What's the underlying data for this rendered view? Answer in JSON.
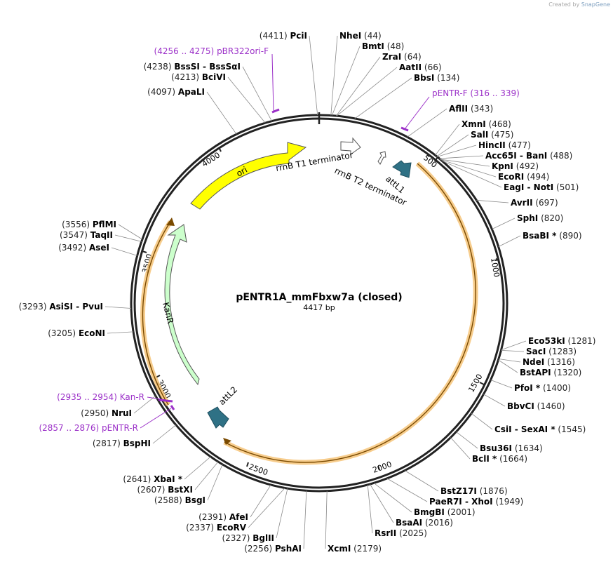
{
  "credit": {
    "prefix": "Created by",
    "brand": "SnapGene"
  },
  "plasmid": {
    "name": "pENTR1A_mmFbxw7a (closed)",
    "size_label": "4417 bp",
    "length_bp": 4417
  },
  "colors": {
    "backbone": "#222222",
    "ori": "#ffff00",
    "kanr": "#ccffcc",
    "terminator": "#ffffff",
    "att": "#2f7185",
    "orange_arc": "#f0a020",
    "primer": "#9b30c8",
    "enzyme_line": "#8a8a8a"
  },
  "scale_ticks": [
    "500",
    "1000",
    "1500",
    "2000",
    "2500",
    "3000",
    "3500",
    "4000"
  ],
  "features": [
    {
      "label": "ori",
      "type": "ori"
    },
    {
      "label": "KanR",
      "type": "kanr"
    },
    {
      "label": "rrnB T1 terminator",
      "type": "terminator"
    },
    {
      "label": "rrnB T2 terminator",
      "type": "terminator"
    },
    {
      "label": "attL1",
      "type": "att"
    },
    {
      "label": "attL2",
      "type": "att"
    }
  ],
  "primers": [
    {
      "range": "(4256 .. 4275)",
      "name": "pBR322ori-F"
    },
    {
      "range": "(316 .. 339)",
      "name": "pENTR-F"
    },
    {
      "range": "(2935 .. 2954)",
      "name": "Kan-R"
    },
    {
      "range": "(2857 .. 2876)",
      "name": "pENTR-R"
    }
  ],
  "enzymes": [
    {
      "pos": "(4411)",
      "name": "PciI"
    },
    {
      "pos": "(44)",
      "name": "NheI"
    },
    {
      "pos": "(48)",
      "name": "BmtI"
    },
    {
      "pos": "(64)",
      "name": "ZraI"
    },
    {
      "pos": "(66)",
      "name": "AatII"
    },
    {
      "pos": "(134)",
      "name": "BbsI"
    },
    {
      "pos": "(343)",
      "name": "AflII"
    },
    {
      "pos": "(468)",
      "name": "XmnI"
    },
    {
      "pos": "(475)",
      "name": "SalI"
    },
    {
      "pos": "(477)",
      "name": "HincII"
    },
    {
      "pos": "(488)",
      "name": "Acc65I  -  BanI"
    },
    {
      "pos": "(492)",
      "name": "KpnI"
    },
    {
      "pos": "(494)",
      "name": "EcoRI"
    },
    {
      "pos": "(501)",
      "name": "EagI  -  NotI"
    },
    {
      "pos": "(697)",
      "name": "AvrII"
    },
    {
      "pos": "(820)",
      "name": "SphI"
    },
    {
      "pos": "(890)",
      "name": "BsaBI *"
    },
    {
      "pos": "(1281)",
      "name": "Eco53kI"
    },
    {
      "pos": "(1283)",
      "name": "SacI"
    },
    {
      "pos": "(1316)",
      "name": "NdeI"
    },
    {
      "pos": "(1320)",
      "name": "BstAPI"
    },
    {
      "pos": "(1400)",
      "name": "PfoI *"
    },
    {
      "pos": "(1460)",
      "name": "BbvCI"
    },
    {
      "pos": "(1545)",
      "name": "CsiI  -  SexAI *"
    },
    {
      "pos": "(1634)",
      "name": "Bsu36I"
    },
    {
      "pos": "(1664)",
      "name": "BclI *"
    },
    {
      "pos": "(1876)",
      "name": "BstZ17I"
    },
    {
      "pos": "(1949)",
      "name": "PaeR7I  -  XhoI"
    },
    {
      "pos": "(2001)",
      "name": "BmgBI"
    },
    {
      "pos": "(2016)",
      "name": "BsaAI"
    },
    {
      "pos": "(2025)",
      "name": "RsrII"
    },
    {
      "pos": "(2179)",
      "name": "XcmI"
    },
    {
      "pos": "(2256)",
      "name": "PshAI"
    },
    {
      "pos": "(2327)",
      "name": "BglII"
    },
    {
      "pos": "(2337)",
      "name": "EcoRV"
    },
    {
      "pos": "(2391)",
      "name": "AfeI"
    },
    {
      "pos": "(2588)",
      "name": "BsgI"
    },
    {
      "pos": "(2607)",
      "name": "BstXI"
    },
    {
      "pos": "(2641)",
      "name": "XbaI *"
    },
    {
      "pos": "(2817)",
      "name": "BspHI"
    },
    {
      "pos": "(2950)",
      "name": "NruI"
    },
    {
      "pos": "(3205)",
      "name": "EcoNI"
    },
    {
      "pos": "(3293)",
      "name": "AsiSI  -  PvuI"
    },
    {
      "pos": "(3492)",
      "name": "AseI"
    },
    {
      "pos": "(3547)",
      "name": "TaqII"
    },
    {
      "pos": "(3556)",
      "name": "PflMI"
    },
    {
      "pos": "(4097)",
      "name": "ApaLI"
    },
    {
      "pos": "(4213)",
      "name": "BciVI"
    },
    {
      "pos": "(4238)",
      "name": "BssSI  -  BssSαI"
    }
  ]
}
